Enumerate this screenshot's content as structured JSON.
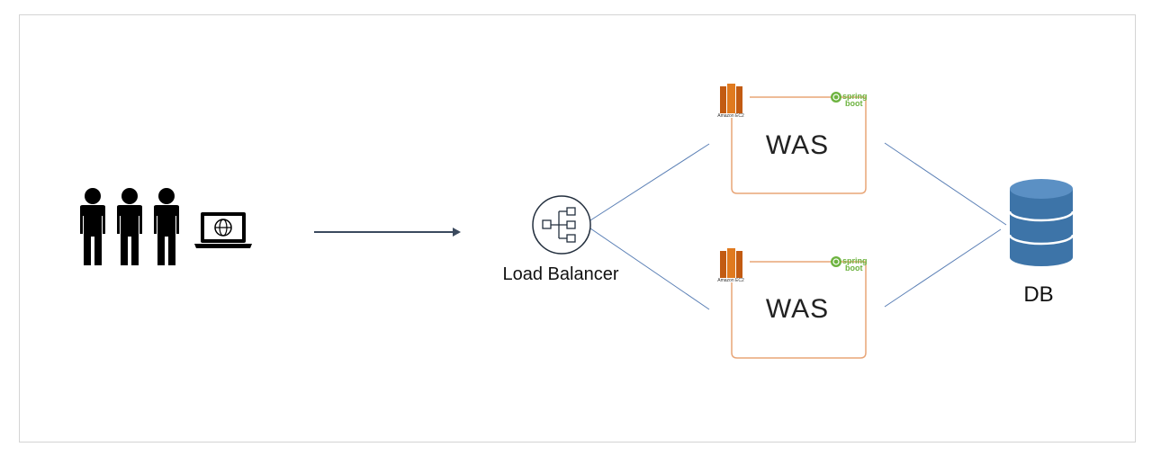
{
  "load_balancer": {
    "label": "Load Balancer"
  },
  "database": {
    "label": "DB"
  },
  "servers": [
    {
      "title": "WAS",
      "ec2_caption": "Amazon EC2",
      "framework": "spring boot",
      "framework_line1": "spring",
      "framework_line2": "boot"
    },
    {
      "title": "WAS",
      "ec2_caption": "Amazon EC2",
      "framework": "spring boot",
      "framework_line1": "spring",
      "framework_line2": "boot"
    }
  ],
  "colors": {
    "frame_border": "#d4d4d4",
    "arrow": "#3b4a5e",
    "connector": "#5a7fb5",
    "was_border": "#e8a577",
    "ec2_orange": "#e07a1f",
    "spring_green": "#6db33f",
    "db_blue": "#3d74a8"
  },
  "icons": [
    "users-icon",
    "laptop-globe-icon",
    "load-balancer-icon",
    "ec2-icon",
    "spring-boot-icon",
    "database-icon"
  ]
}
